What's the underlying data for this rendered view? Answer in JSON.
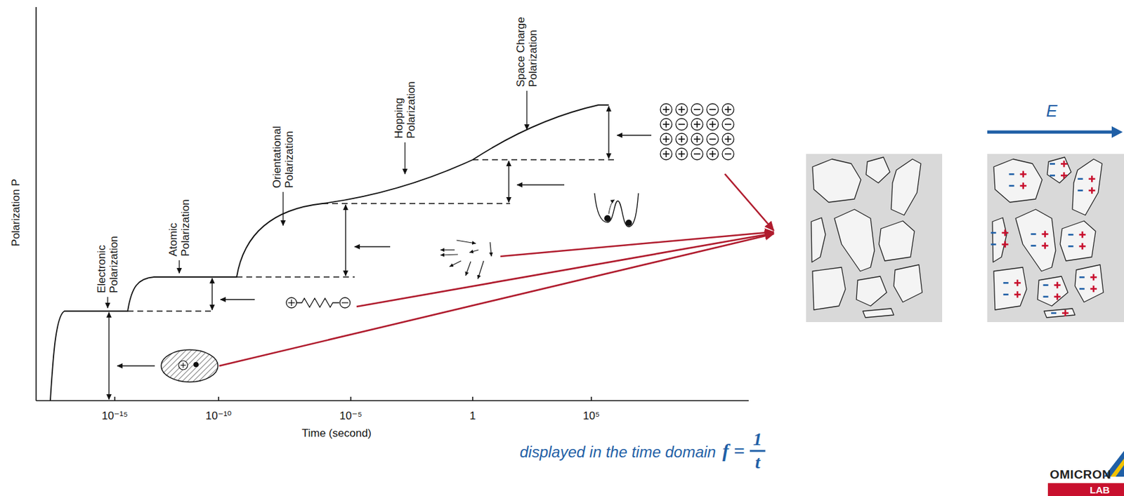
{
  "diagram": {
    "labels": [
      "Space Charge Polarization",
      "Hopping Polarization",
      "Orientational Polarization",
      "Atomic Polarization",
      "Electronic Polarization",
      "Polarization P",
      "10⁻¹⁵",
      "10⁻¹⁰",
      "10⁻⁵",
      "1",
      "10⁵",
      "Time (second)",
      "E",
      "displayed in the time domain",
      "f =",
      "1",
      "t",
      "OMICRON",
      "LAB"
    ]
  }
}
